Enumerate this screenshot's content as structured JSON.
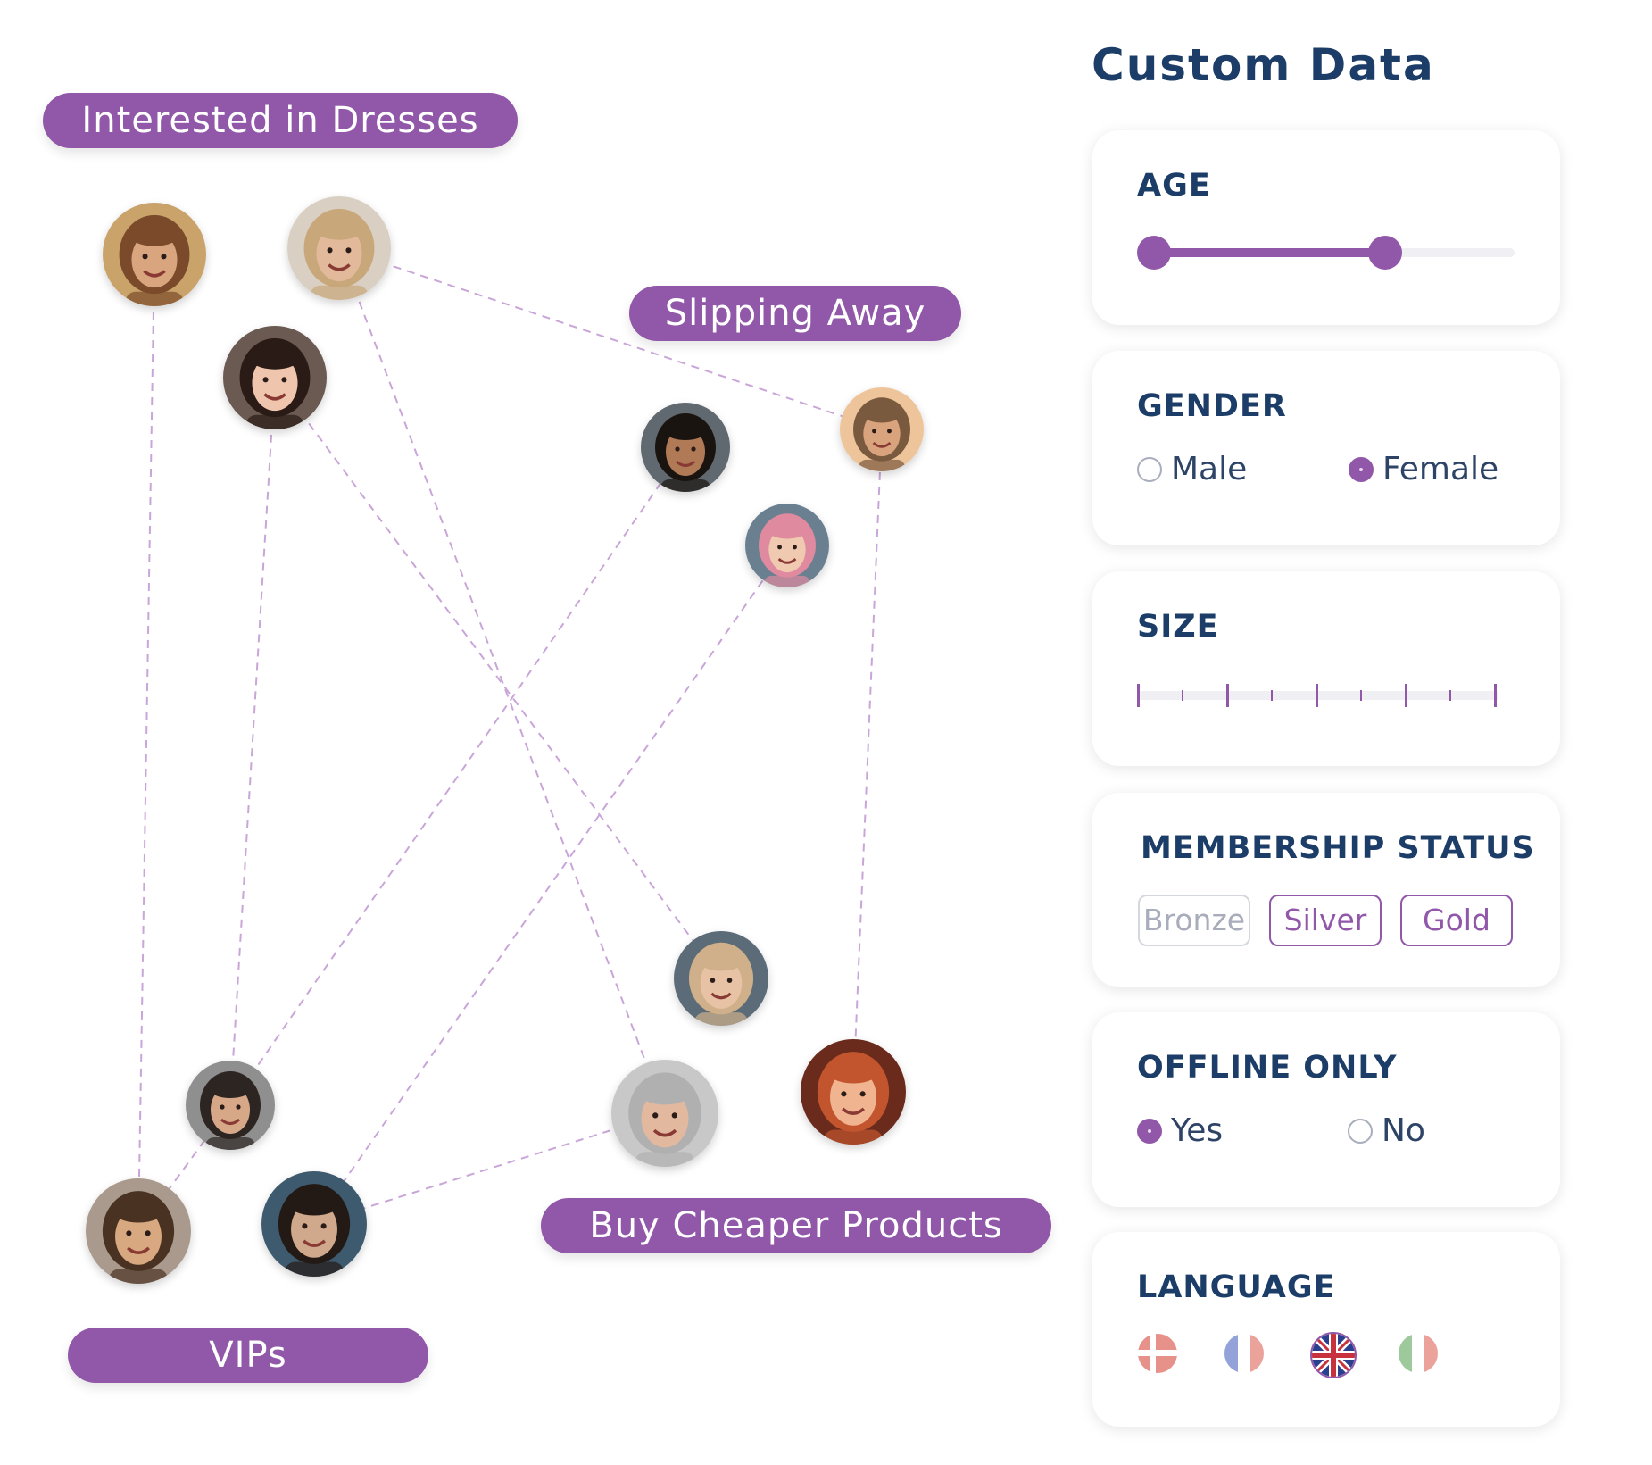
{
  "segments": {
    "dresses": "Interested in Dresses",
    "slipping": "Slipping Away",
    "cheaper": "Buy Cheaper Products",
    "vips": "VIPs"
  },
  "panel": {
    "title": "Custom Data",
    "age": {
      "label": "AGE",
      "range_start": 0.0,
      "range_end": 0.64
    },
    "gender": {
      "label": "GENDER",
      "options": [
        "Male",
        "Female"
      ],
      "selected": "Female"
    },
    "size": {
      "label": "SIZE",
      "ticks": 9
    },
    "membership": {
      "label": "MEMBERSHIP STATUS",
      "options": [
        "Bronze",
        "Silver",
        "Gold"
      ],
      "active": [
        "Silver",
        "Gold"
      ]
    },
    "offline": {
      "label": "OFFLINE ONLY",
      "options": [
        "Yes",
        "No"
      ],
      "selected": "Yes"
    },
    "language": {
      "label": "LANGUAGE",
      "flags": [
        "denmark-flag-icon",
        "france-flag-icon",
        "uk-flag-icon",
        "italy-flag-icon"
      ],
      "selected": "uk-flag-icon"
    }
  },
  "colors": {
    "accent": "#9157a8",
    "heading": "#1b3d67",
    "line": "#c9a5d8"
  },
  "people": [
    {
      "id": "woman-smiling-brown-hair",
      "skin": "#d8a57e",
      "hair": "#7a4a2a",
      "bg": "#c9a36a"
    },
    {
      "id": "woman-blonde-long-hair",
      "skin": "#e2b99a",
      "hair": "#c8a77a",
      "bg": "#d9cfc2"
    },
    {
      "id": "woman-red-lipstick",
      "skin": "#efc6ad",
      "hair": "#2a1b16",
      "bg": "#6a5a52"
    },
    {
      "id": "man-short-dark-hair",
      "skin": "#b07a57",
      "hair": "#1a1410",
      "bg": "#606870"
    },
    {
      "id": "woman-sunset-short-hair",
      "skin": "#d9a37d",
      "hair": "#7a5a3e",
      "bg": "#eec49b"
    },
    {
      "id": "woman-pink-hair-glasses",
      "skin": "#efc9b0",
      "hair": "#e08aa0",
      "bg": "#6a8090"
    },
    {
      "id": "woman-black-beanie",
      "skin": "#e7c2a5",
      "hair": "#cfb08a",
      "bg": "#5c6b78"
    },
    {
      "id": "man-stubble-smiling",
      "skin": "#d7a888",
      "hair": "#2c2522",
      "bg": "#8f8f8f"
    },
    {
      "id": "older-man-glasses",
      "skin": "#e2b89e",
      "hair": "#b0b0b0",
      "bg": "#c8c8c8"
    },
    {
      "id": "woman-red-hair-smiling",
      "skin": "#f0b590",
      "hair": "#c2552e",
      "bg": "#6a2a1c"
    },
    {
      "id": "woman-bangs-smiling",
      "skin": "#d8a880",
      "hair": "#4a3222",
      "bg": "#a99a8d"
    },
    {
      "id": "man-dark-hair-serious",
      "skin": "#d0a88b",
      "hair": "#231a15",
      "bg": "#3e5a6e"
    }
  ]
}
